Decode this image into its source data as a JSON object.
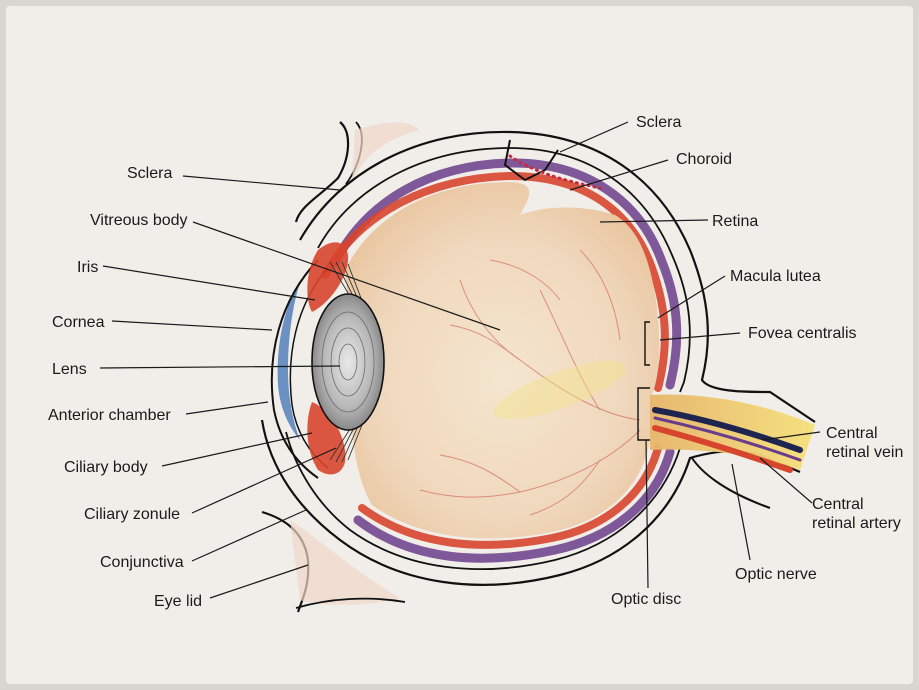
{
  "labels": {
    "sclera_top": "Sclera",
    "choroid": "Choroid",
    "retina": "Retina",
    "macula_lutea": "Macula lutea",
    "fovea_centralis": "Fovea centralis",
    "central_retinal_vein": [
      "Central",
      "retinal vein"
    ],
    "central_retinal_artery": [
      "Central",
      "retinal artery"
    ],
    "optic_nerve": "Optic nerve",
    "optic_disc": "Optic disc",
    "sclera_left": "Sclera",
    "vitreous_body": "Vitreous body",
    "iris": "Iris",
    "cornea": "Cornea",
    "lens": "Lens",
    "anterior_chamber": "Anterior chamber",
    "ciliary_body": "Ciliary body",
    "ciliary_zonule": "Ciliary zonule",
    "conjunctiva": "Conjunctiva",
    "eye_lid": "Eye lid"
  },
  "colors": {
    "paper": "#f1eeea",
    "sclera_outline": "#111111",
    "choroid_purple": "#6a3d8a",
    "retina_red": "#d8452e",
    "vitreous_fill": "#f2dcc3",
    "cornea_blue": "#4a78b8",
    "lens_gray": "#9a9a9a",
    "optic_nerve_yellow": "#f0d66a",
    "vein_navy": "#1d2550"
  }
}
